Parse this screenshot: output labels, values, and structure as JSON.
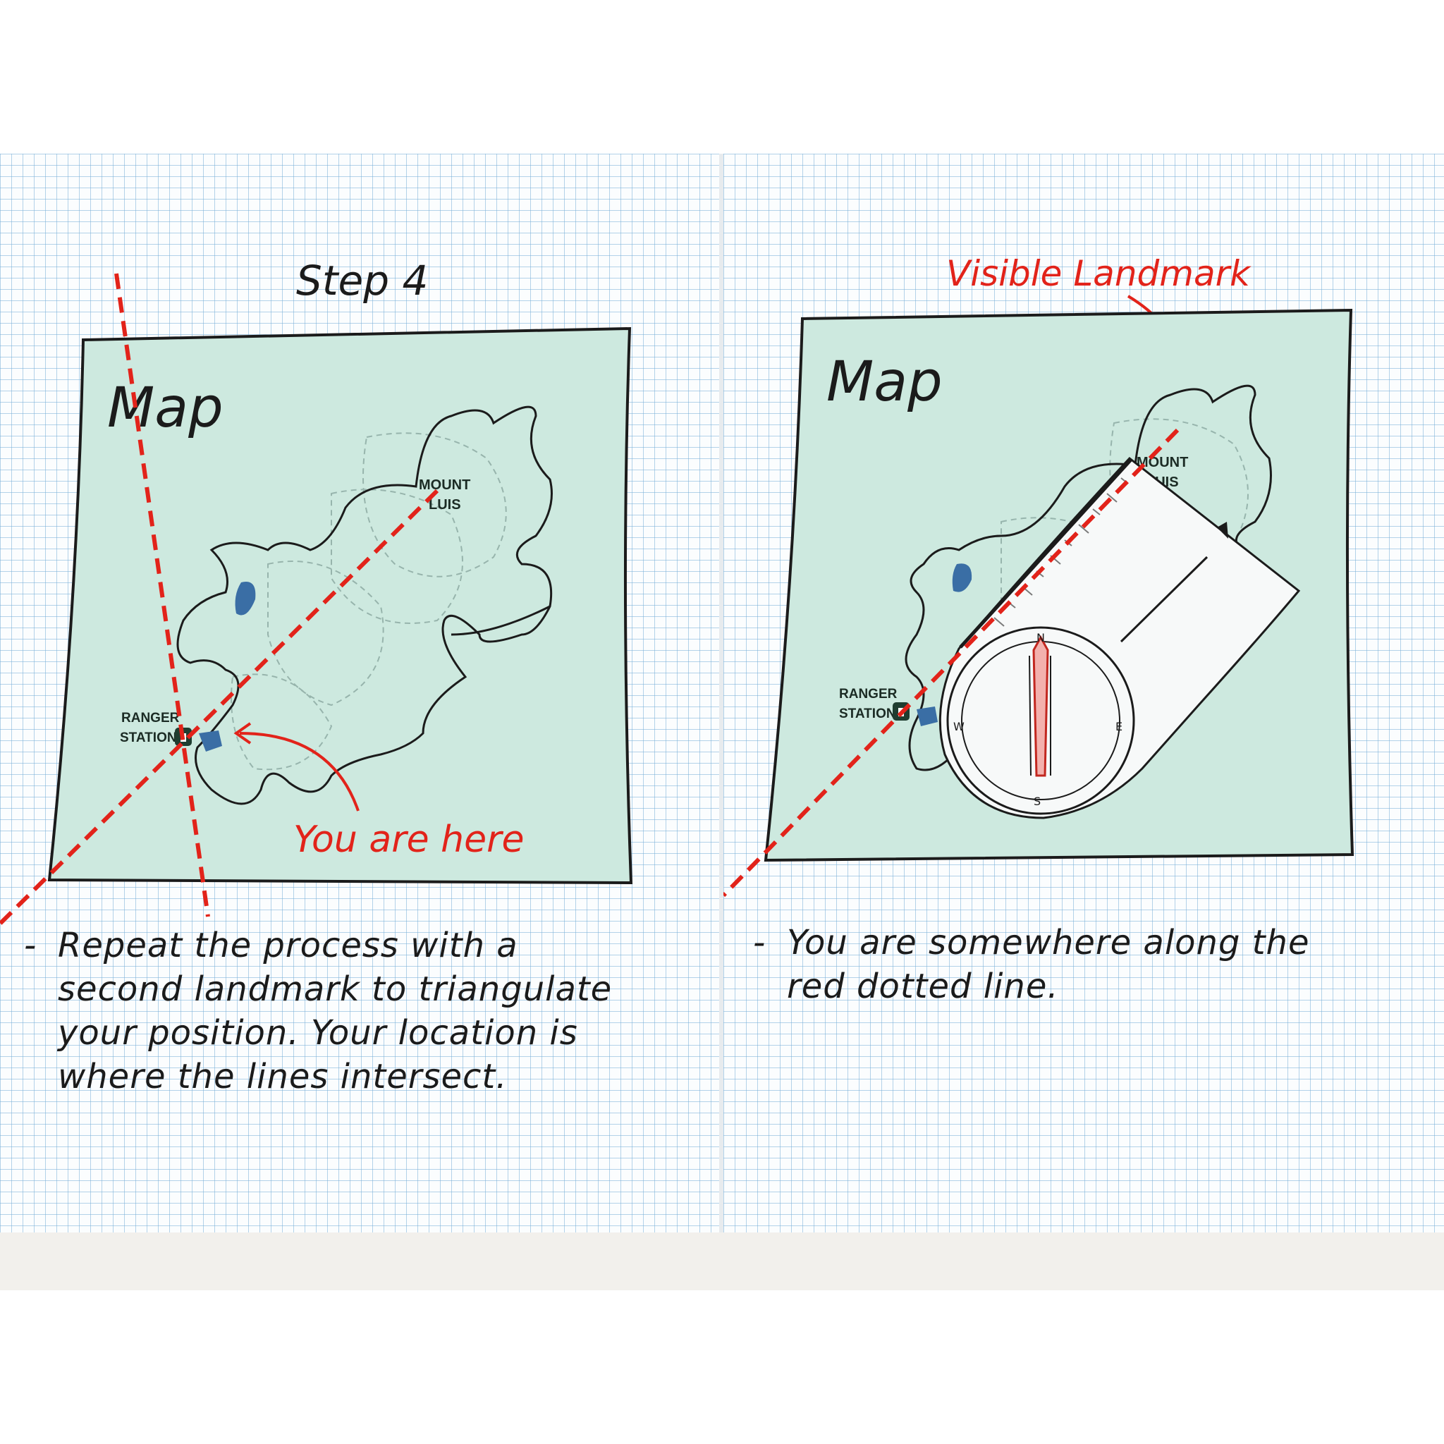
{
  "left_panel": {
    "step_title": "Step 4",
    "map_title": "Map",
    "mount_label_line1": "MOUNT",
    "mount_label_line2": "LUIS",
    "ranger_label_line1": "RANGER",
    "ranger_label_line2": "STATION",
    "you_are_here": "You are here",
    "caption_dash": "-",
    "caption": [
      "Repeat the process with a",
      "second landmark to triangulate",
      "your position. Your location is",
      "where the lines intersect."
    ]
  },
  "right_panel": {
    "landmark_label": "Visible Landmark",
    "map_title": "Map",
    "mount_label_line1": "MOUNT",
    "mount_label_line2": "LUIS",
    "ranger_label_line1": "RANGER",
    "ranger_label_line2": "STATION",
    "compass_n": "N",
    "compass_s": "S",
    "compass_e": "E",
    "compass_w": "W",
    "caption_dash": "-",
    "caption": [
      "You are somewhere along the",
      "red dotted line."
    ]
  },
  "colors": {
    "map_fill": "#cde9df",
    "annotation_red": "#e2231a",
    "lake_blue": "#3a6ea5",
    "ink": "#1b1b1b"
  }
}
